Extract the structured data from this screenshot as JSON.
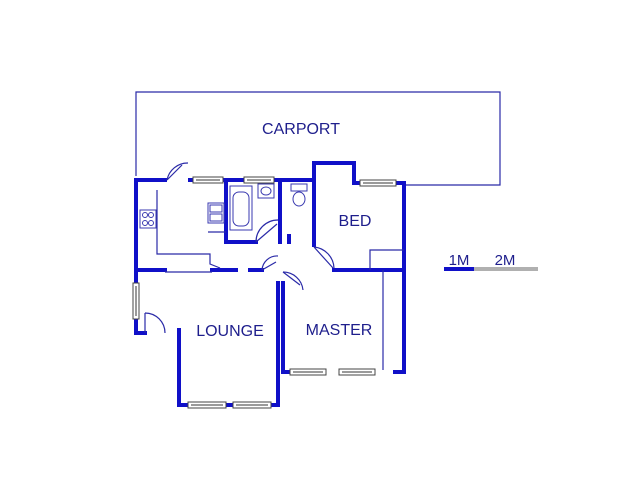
{
  "rooms": {
    "carport": "CARPORT",
    "bed": "BED",
    "lounge": "LOUNGE",
    "master": "MASTER"
  },
  "scale": {
    "one": "1M",
    "two": "2M"
  },
  "colors": {
    "wall": "#1010c8",
    "label": "#1e1e8c",
    "scale_dark": "#1010c8",
    "scale_light": "#b0b0b0"
  }
}
